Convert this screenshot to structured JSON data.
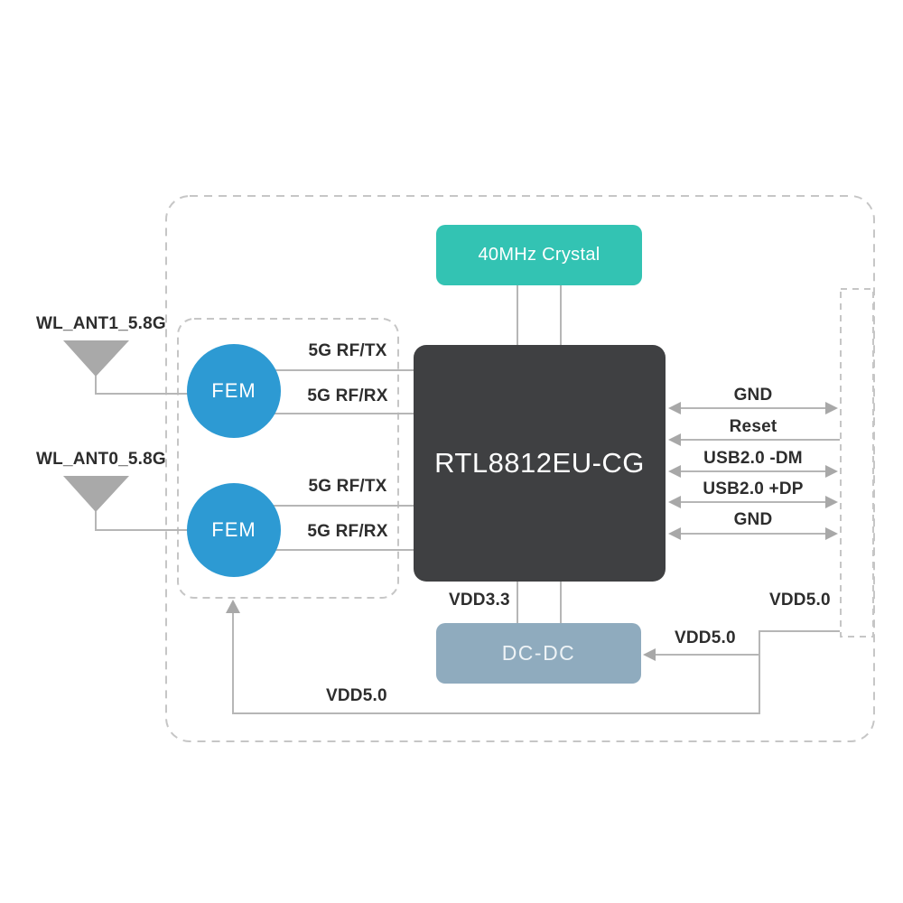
{
  "diagram": {
    "colors": {
      "board-dash": "#c6c6c6",
      "line": "#b6b6b6",
      "arrow": "#a8a8a8",
      "antenna": "#a9a9a9",
      "label-text": "#2d2d2d",
      "box-text": "#ffffff",
      "crystal-bg": "#33c3b3",
      "fem-bg": "#2d9ad3",
      "chip-bg": "#3f4042",
      "dcdc-bg": "#8fabbe"
    },
    "antennas": [
      {
        "label": "WL_ANT1_5.8G"
      },
      {
        "label": "WL_ANT0_5.8G"
      }
    ],
    "fem_modules": [
      {
        "label": "FEM"
      },
      {
        "label": "FEM"
      }
    ],
    "rf_signals": [
      {
        "label": "5G RF/TX"
      },
      {
        "label": "5G RF/RX"
      },
      {
        "label": "5G RF/TX"
      },
      {
        "label": "5G RF/RX"
      }
    ],
    "crystal": {
      "label": "40MHz Crystal"
    },
    "chip": {
      "label": "RTL8812EU-CG"
    },
    "dcdc": {
      "label": "DC-DC"
    },
    "right_signals": [
      {
        "label": "GND",
        "direction": "bidirectional"
      },
      {
        "label": "Reset",
        "direction": "input"
      },
      {
        "label": "USB2.0 -DM",
        "direction": "bidirectional"
      },
      {
        "label": "USB2.0 +DP",
        "direction": "bidirectional"
      },
      {
        "label": "GND",
        "direction": "bidirectional"
      }
    ],
    "power_labels": {
      "vdd33": "VDD3.3",
      "vdd50_connector": "VDD5.0",
      "vdd50_dcdc_in": "VDD5.0",
      "vdd50_fem_loop": "VDD5.0"
    }
  }
}
